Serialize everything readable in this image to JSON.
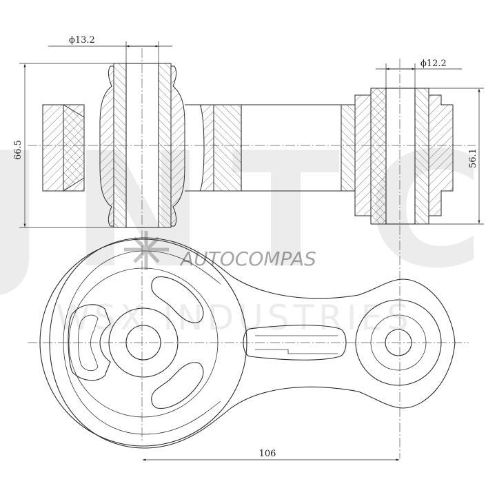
{
  "dimensions": {
    "bore_left": "ϕ13.2",
    "bore_right": "ϕ12.2",
    "height_left": "66.5",
    "height_right": "56.1",
    "center_distance": "106"
  },
  "watermark": {
    "brand": "JNTC",
    "subtitle": "WSX INDUSTRIES",
    "logo_text": "AUTOCOMPAS"
  }
}
